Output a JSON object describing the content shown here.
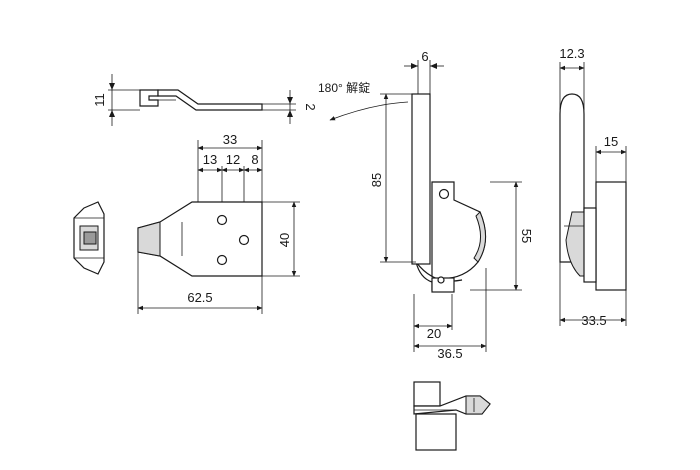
{
  "dims": {
    "d11": "11",
    "d2": "2",
    "d33": "33",
    "d13": "13",
    "d12": "12",
    "d8": "8",
    "d40": "40",
    "d62_5": "62.5",
    "d6": "6",
    "d85": "85",
    "d55": "55",
    "d20": "20",
    "d36_5": "36.5",
    "d12_3": "12.3",
    "d15": "15",
    "d33_5": "33.5"
  },
  "notes": {
    "rotation": "180° 解錠"
  }
}
